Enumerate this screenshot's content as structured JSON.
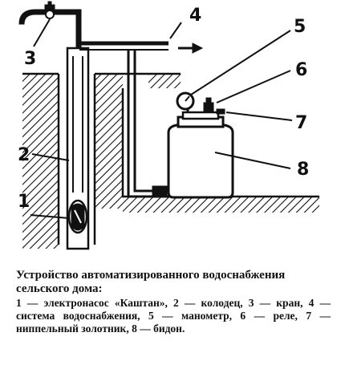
{
  "labels": {
    "n1": "1",
    "n2": "2",
    "n3": "3",
    "n4": "4",
    "n5": "5",
    "n6": "6",
    "n7": "7",
    "n8": "8"
  },
  "caption": {
    "title": "Устройство автоматизированного водоснабжения сельского дома:",
    "legend": "1 — электронасос «Каштан», 2 — колодец, 3 — кран, 4 — система водоснабжения, 5 — манометр, 6 — реле, 7 — ниппельный золотник, 8 — бидон."
  },
  "colors": {
    "ink": "#111111",
    "paper": "#ffffff"
  }
}
